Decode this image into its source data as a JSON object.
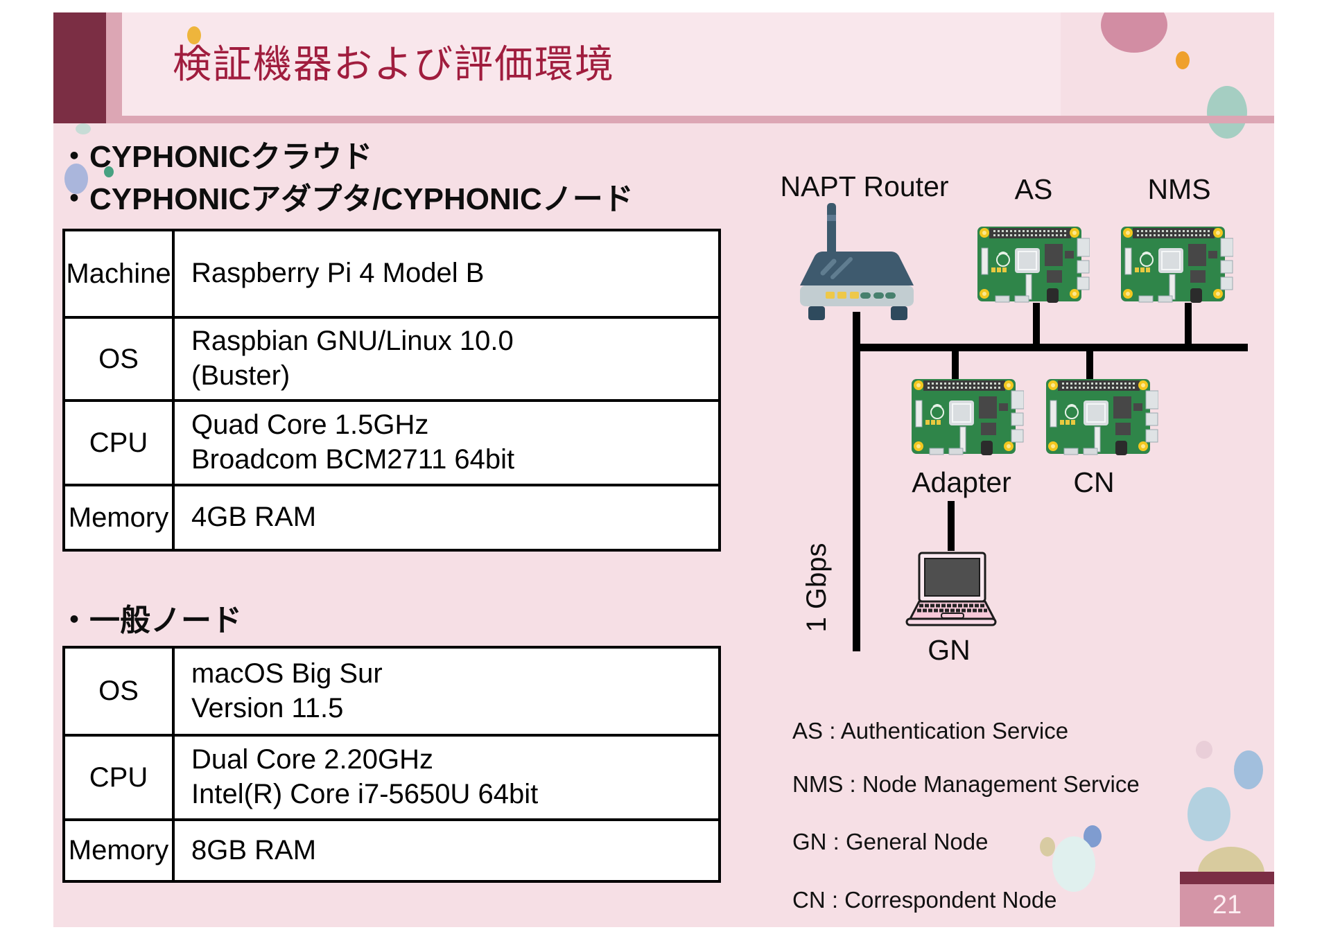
{
  "header": {
    "title": "検証機器および評価環境"
  },
  "bullets": {
    "cloud": "・CYPHONICクラウド",
    "adapter_node": "・CYPHONICアダプタ/CYPHONICノード",
    "general": "・一般ノード"
  },
  "device_table": {
    "rows": [
      {
        "label": "Machine",
        "value": "Raspberry Pi 4 Model B"
      },
      {
        "label": "OS",
        "value": "Raspbian GNU/Linux 10.0\n(Buster)"
      },
      {
        "label": "CPU",
        "value": "Quad Core 1.5GHz\nBroadcom BCM2711 64bit"
      },
      {
        "label": "Memory",
        "value": "4GB RAM"
      }
    ]
  },
  "general_table": {
    "rows": [
      {
        "label": "OS",
        "value": "macOS Big Sur\nVersion 11.5"
      },
      {
        "label": "CPU",
        "value": "Dual Core 2.20GHz\nIntel(R) Core i7-5650U 64bit"
      },
      {
        "label": "Memory",
        "value": "8GB RAM"
      }
    ]
  },
  "diagram": {
    "napt_router_label": "NAPT Router",
    "as_label": "AS",
    "nms_label": "NMS",
    "adapter_label": "Adapter",
    "cn_label": "CN",
    "gn_label": "GN",
    "bandwidth_label": "1 Gbps"
  },
  "legend": {
    "items": [
      "AS : Authentication Service",
      "NMS : Node Management Service",
      "GN : General Node",
      "CN : Correspondent Node"
    ]
  },
  "page_number": "21",
  "colors": {
    "slide_background": "#f6dfe5",
    "title_accent_block": "#7b2e44",
    "title_band": "#dca6b4",
    "title_text": "#a01d3e",
    "badge_body": "#d495a7",
    "pi_board_green": "#2f8549",
    "router_body": "#3e5a6e",
    "laptop_pink": "#f7c9d9"
  }
}
